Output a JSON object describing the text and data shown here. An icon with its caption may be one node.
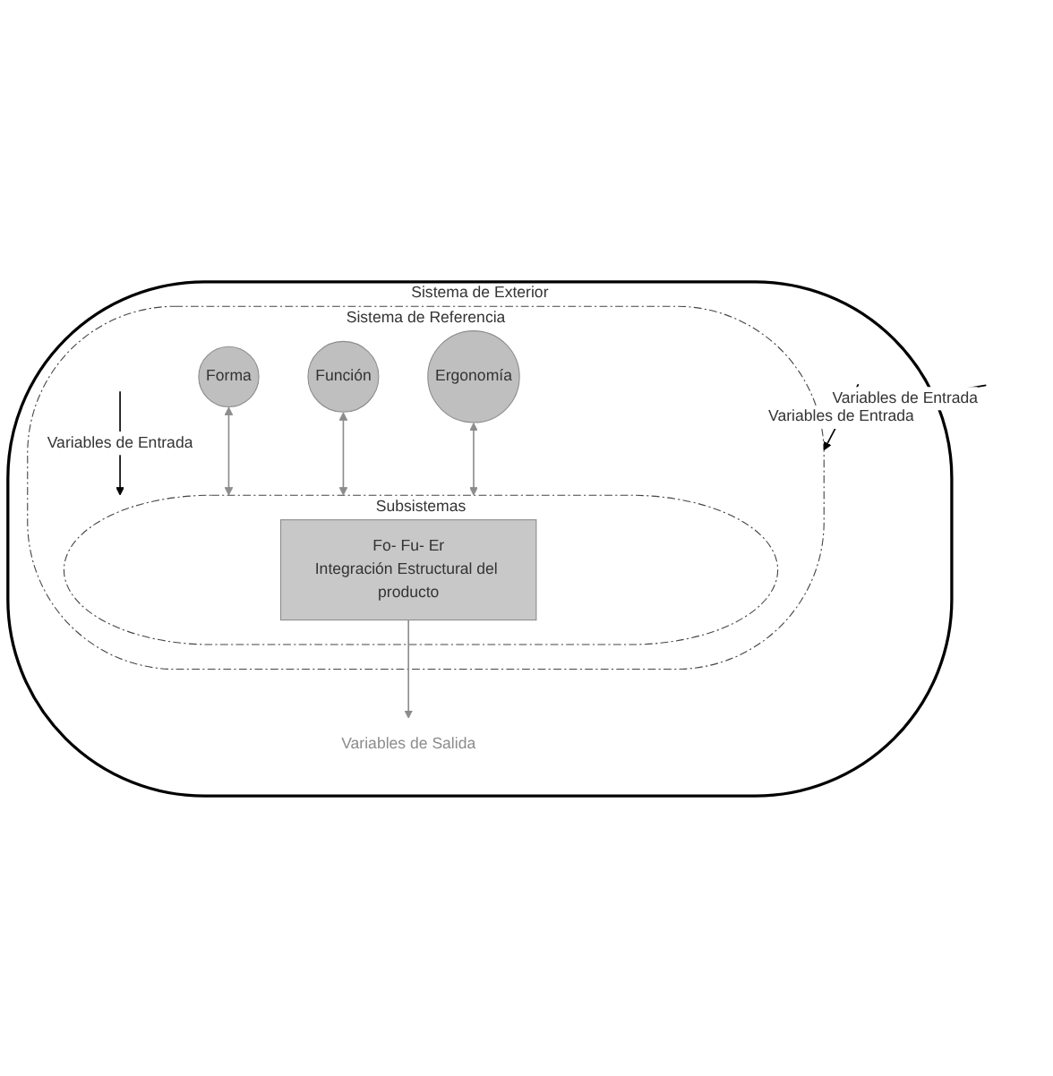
{
  "diagram": {
    "nodes": [
      {
        "text": [
          "Sistema de Exterior"
        ]
      },
      {
        "text": [
          "Sistema de Referencia"
        ],
        "in": 0
      },
      {
        "text": [
          "Forma"
        ],
        "in": 1
      },
      {
        "text": [
          "Función"
        ],
        "in": 1
      },
      {
        "text": [
          "Ergonomía"
        ],
        "in": 1
      },
      {
        "text": [
          "Subsistemas"
        ],
        "in": 1
      },
      {
        "text": [
          "Fo- Fu- Er",
          "Integración Estructural del producto"
        ],
        "in": 5
      },
      {
        "text": [
          "Variables de Salida"
        ],
        "in": 0
      }
    ],
    "edges": [
      {
        "from": 2,
        "to": 5,
        "arrow": "both",
        "color": "#8c8c8c"
      },
      {
        "from": 3,
        "to": 5,
        "arrow": "both",
        "color": "#8c8c8c"
      },
      {
        "from": 4,
        "to": 5,
        "arrow": "both",
        "color": "#8c8c8c"
      },
      {
        "from": null,
        "to": 1,
        "arrow": "to",
        "label": "Variables de Entrada",
        "color": "#000000"
      },
      {
        "from": null,
        "to": 1,
        "arrow": "to",
        "label": "Variables de Entrada",
        "color": "#000000"
      },
      {
        "from": null,
        "to": 5,
        "arrow": "to",
        "label": "Variables de Entrada",
        "color": "#000000"
      },
      {
        "from": 6,
        "to": 7,
        "arrow": "to",
        "color": "#8c8c8c"
      }
    ]
  }
}
